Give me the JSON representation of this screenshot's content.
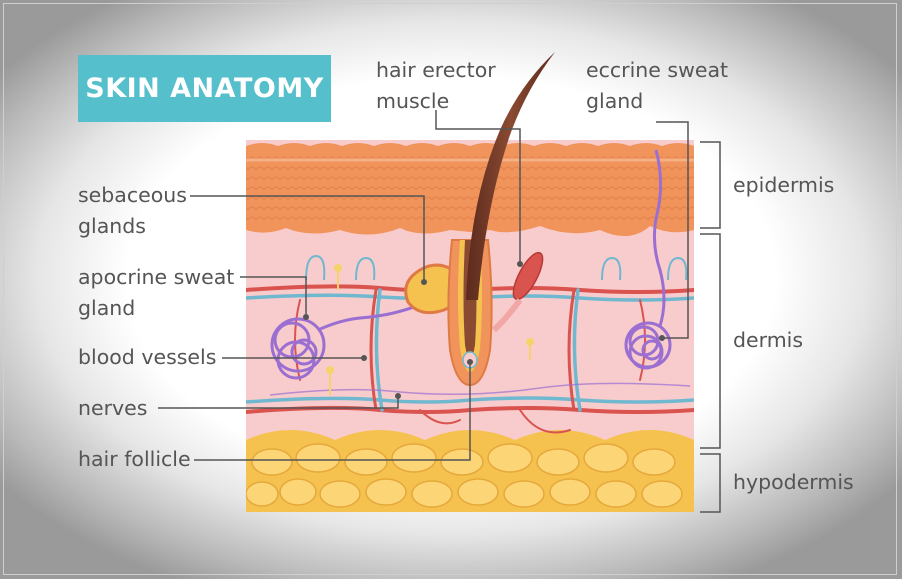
{
  "title": "SKIN ANATOMY",
  "labels": {
    "sebaceous_glands": [
      "sebaceous",
      "glands"
    ],
    "apocrine_sweat_gland": [
      "apocrine sweat",
      "gland"
    ],
    "blood_vessels": "blood vessels",
    "nerves": "nerves",
    "hair_follicle": "hair follicle",
    "hair_erector_muscle": [
      "hair erector",
      "muscle"
    ],
    "eccrine_sweat_gland": [
      "eccrine sweat",
      "gland"
    ],
    "epidermis": "epidermis",
    "dermis": "dermis",
    "hypodermis": "hypodermis"
  },
  "colors": {
    "title_bg": "#55bfcc",
    "epidermis": "#f0945c",
    "dermis": "#f8cccc",
    "hypodermis": "#f5c250",
    "artery": "#d9534f",
    "vein": "#6fb8cf",
    "gland": "#9b6fd1",
    "hair": "#7a3b2a",
    "label_text": "#555555"
  }
}
